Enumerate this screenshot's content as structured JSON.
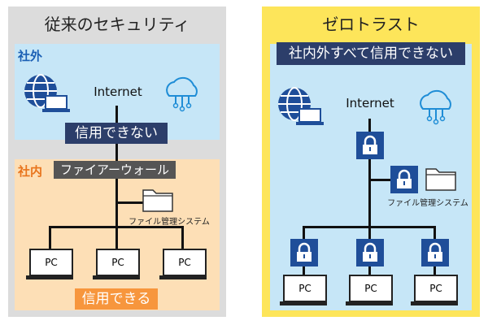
{
  "left": {
    "title": "従来のセキュリティ",
    "outside_label": "社外",
    "inside_label": "社内",
    "internet": "Internet",
    "untrusted": "信用できない",
    "firewall": "ファイアーウォール",
    "file_system": "ファイル管理システム",
    "pcs": [
      "PC",
      "PC",
      "PC"
    ],
    "trusted": "信用できる"
  },
  "right": {
    "title": "ゼロトラスト",
    "banner": "社内外すべて信用できない",
    "internet": "Internet",
    "file_system": "ファイル管理システム",
    "pcs": [
      "PC",
      "PC",
      "PC"
    ]
  },
  "colors": {
    "left_bg": "#dcdcdc",
    "right_bg": "#fde55a",
    "outside_zone": "#c6e6f7",
    "inside_zone": "#fddfb6",
    "navy": "#2c3e6a",
    "orange": "#f7963d",
    "lock_blue": "#1f4e99"
  }
}
